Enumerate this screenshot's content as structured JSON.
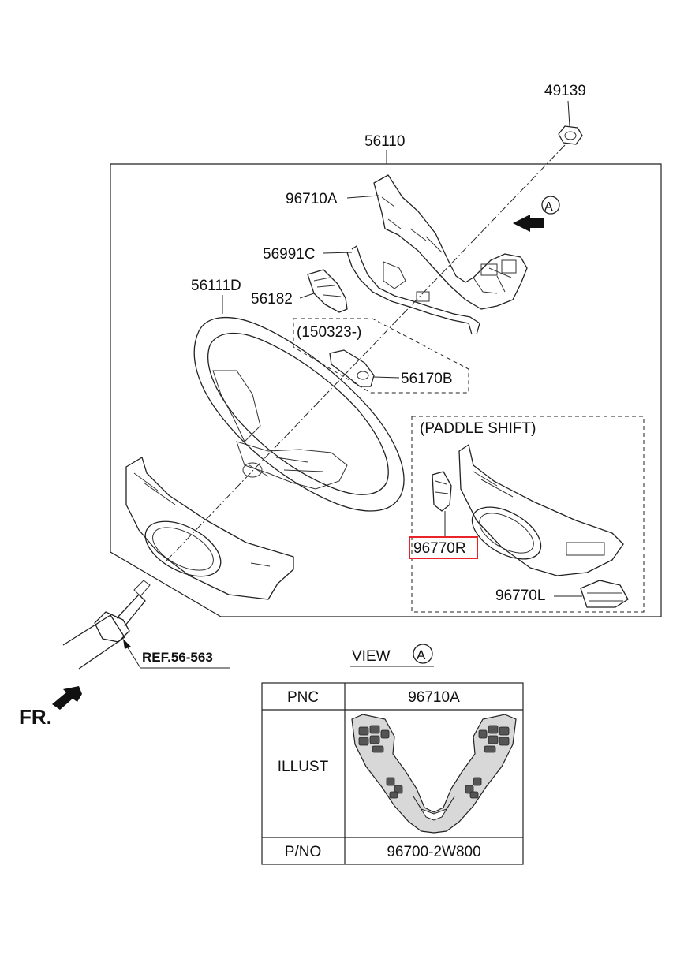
{
  "callouts": {
    "nut": "49139",
    "assembly": "56110",
    "switch_left": "96710A",
    "extension_wire": "56991C",
    "wheel_body": "56111D",
    "clock_spring_cover": "56182",
    "date_range": "(150323-)",
    "bracket": "56170B",
    "paddle_shift_title": "(PADDLE SHIFT)",
    "paddle_right": "96770R",
    "paddle_left": "96770L",
    "reference": "REF.56-563",
    "front_marker": "FR.",
    "view_letter": "A"
  },
  "view": {
    "label": "VIEW",
    "letter": "A"
  },
  "table": {
    "headers": [
      "PNC",
      "ILLUST",
      "P/NO"
    ],
    "pnc_value": "96710A",
    "pno_value": "96700-2W800"
  },
  "highlight": {
    "part": "96770R",
    "color": "#e8242a"
  }
}
